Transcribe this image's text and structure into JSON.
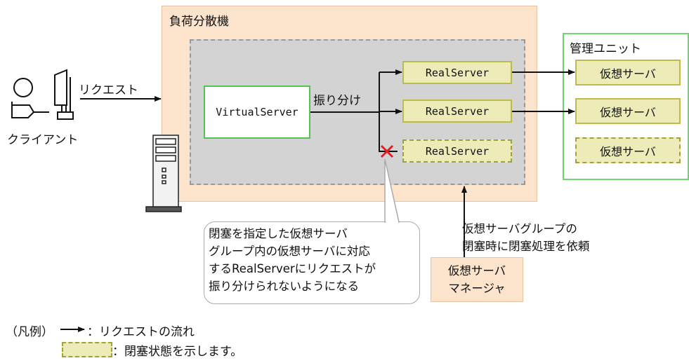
{
  "load_balancer": {
    "title": "負荷分散機"
  },
  "client": {
    "label": "クライアント",
    "request_label": "リクエスト"
  },
  "virtual_server": {
    "label": "VirtualServer",
    "distribute_label": "振り分け"
  },
  "real_servers": [
    {
      "label": "RealServer",
      "blocked": false
    },
    {
      "label": "RealServer",
      "blocked": false
    },
    {
      "label": "RealServer",
      "blocked": true
    }
  ],
  "management_unit": {
    "title": "管理ユニット",
    "servers": [
      {
        "label": "仮想サーバ",
        "blocked": false
      },
      {
        "label": "仮想サーバ",
        "blocked": false
      },
      {
        "label": "仮想サーバ",
        "blocked": true
      }
    ]
  },
  "callout": {
    "lines": [
      "閉塞を指定した仮想サーバ",
      "グループ内の仮想サーバに対応",
      "するRealServerにリクエストが",
      "振り分けられないようになる"
    ]
  },
  "manager": {
    "lines": [
      "仮想サーバ",
      "マネージャ"
    ],
    "note_lines": [
      "仮想サーバグループの",
      "閉塞時に閉塞処理を依頼"
    ]
  },
  "legend": {
    "prefix": "（凡例）",
    "arrow_text": "：リクエストの流れ",
    "blocked_text": "：閉塞状態を示します。"
  },
  "colors": {
    "load_balancer_fill": "#fbe3cc",
    "inner_fill": "#d3d3d3",
    "virtual_server_border": "#52c352",
    "server_fill": "#edecb9",
    "server_border": "#bdbb4a",
    "block_mark": "#e02020"
  }
}
